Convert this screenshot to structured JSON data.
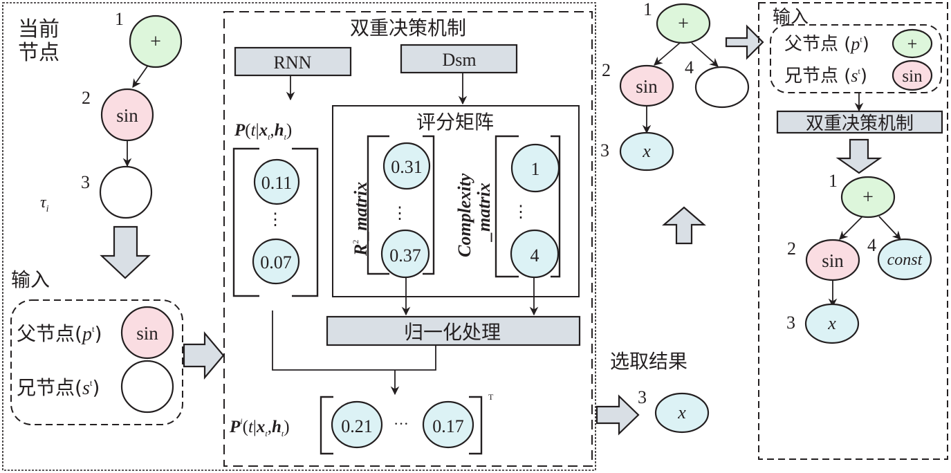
{
  "colors": {
    "green_node": "#ddf6db",
    "pink_node": "#fadde2",
    "cyan_node": "#dcf2f5",
    "empty_node": "#ffffff",
    "box_fill": "#d9dfe5",
    "stroke": "#231f20"
  },
  "left_panel": {
    "title_line1": "当前",
    "title_line2": "节点",
    "tree": [
      {
        "index": "1",
        "label": "+",
        "type": "green"
      },
      {
        "index": "2",
        "label": "sin",
        "type": "pink"
      },
      {
        "index": "3",
        "label": "",
        "type": "empty"
      }
    ],
    "tau_label": "τ",
    "tau_sub": "i",
    "input_label": "输入",
    "parent_label": "父节点(",
    "parent_var": "p",
    "parent_sup": "t",
    "parent_close": ")",
    "parent_node": "sin",
    "sibling_label": "兄节点(",
    "sibling_var": "s",
    "sibling_sup": "t",
    "sibling_close": ")",
    "sibling_node": ""
  },
  "mechanism": {
    "title": "双重决策机制",
    "rnn_label": "RNN",
    "dsm_label": "Dsm",
    "prob_label": {
      "P": "P",
      "rest_open": "(",
      "t": "t",
      "bar": "|",
      "x": "x",
      "sub_t": "t",
      "comma": ",",
      "h": "h",
      "close": ")"
    },
    "prob_values": [
      "0.11",
      "⋮",
      "0.07"
    ],
    "score_matrix_title": "评分矩阵",
    "r2_label": {
      "R": "R",
      "sup": "2",
      "rest": "_matrix"
    },
    "r2_values": [
      "0.31",
      "⋮",
      "0.37"
    ],
    "complexity_label_line1": "Complexity",
    "complexity_label_line2": "_matrix",
    "complexity_values": [
      "1",
      "⋮",
      "4"
    ],
    "normalize_label": "归一化处理",
    "result_label": {
      "P": "P",
      "sup": "i"
    },
    "result_values": [
      "0.21",
      "···",
      "0.17"
    ],
    "transpose": "T"
  },
  "middle_tree": {
    "nodes": [
      {
        "index": "1",
        "label": "+",
        "type": "green"
      },
      {
        "index": "2",
        "label": "sin",
        "type": "pink"
      },
      {
        "index": "4",
        "label": "",
        "type": "empty"
      },
      {
        "index": "3",
        "label": "x",
        "type": "cyan"
      }
    ],
    "select_result_label": "选取结果",
    "selected_node": {
      "index": "3",
      "label": "x",
      "type": "cyan"
    }
  },
  "right_panel": {
    "input_label": "输入",
    "parent_label": "父节点 (",
    "parent_var": "p",
    "parent_sup": "t",
    "parent_close": ")",
    "parent_node": "+",
    "sibling_label": "兄节点 (",
    "sibling_var": "s",
    "sibling_sup": "t",
    "sibling_close": ")",
    "sibling_node": "sin",
    "mechanism_box": "双重决策机制",
    "tree": [
      {
        "index": "1",
        "label": "+",
        "type": "green"
      },
      {
        "index": "2",
        "label": "sin",
        "type": "pink"
      },
      {
        "index": "4",
        "label": "const",
        "type": "cyan"
      },
      {
        "index": "3",
        "label": "x",
        "type": "cyan"
      }
    ]
  }
}
